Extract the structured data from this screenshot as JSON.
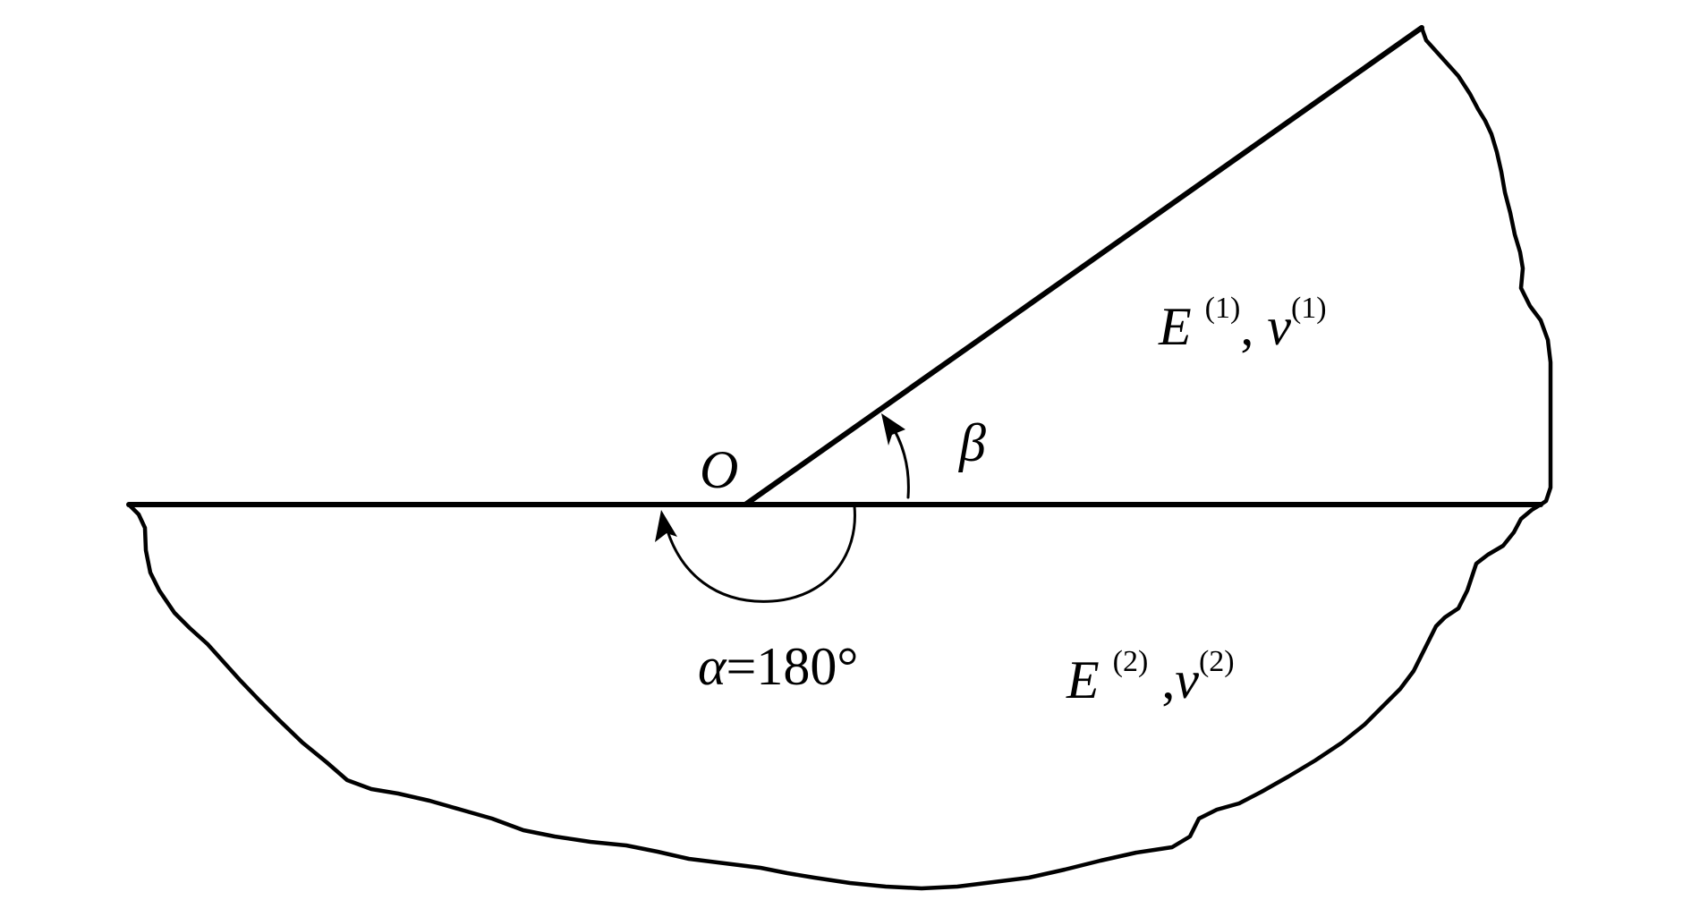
{
  "labels": {
    "origin": "O",
    "beta": "β",
    "alpha_symbol": "α",
    "alpha_value": "=180°",
    "material1": {
      "modulus": "E",
      "modulus_sup": "(1)",
      "separator": ",",
      "poisson": "ν",
      "poisson_sup": "(1)"
    },
    "material2": {
      "modulus": "E",
      "modulus_sup": "(2)",
      "separator": ",",
      "poisson": "ν",
      "poisson_sup": "(2)"
    }
  },
  "colors": {
    "line": "#000000",
    "background": "#ffffff"
  }
}
